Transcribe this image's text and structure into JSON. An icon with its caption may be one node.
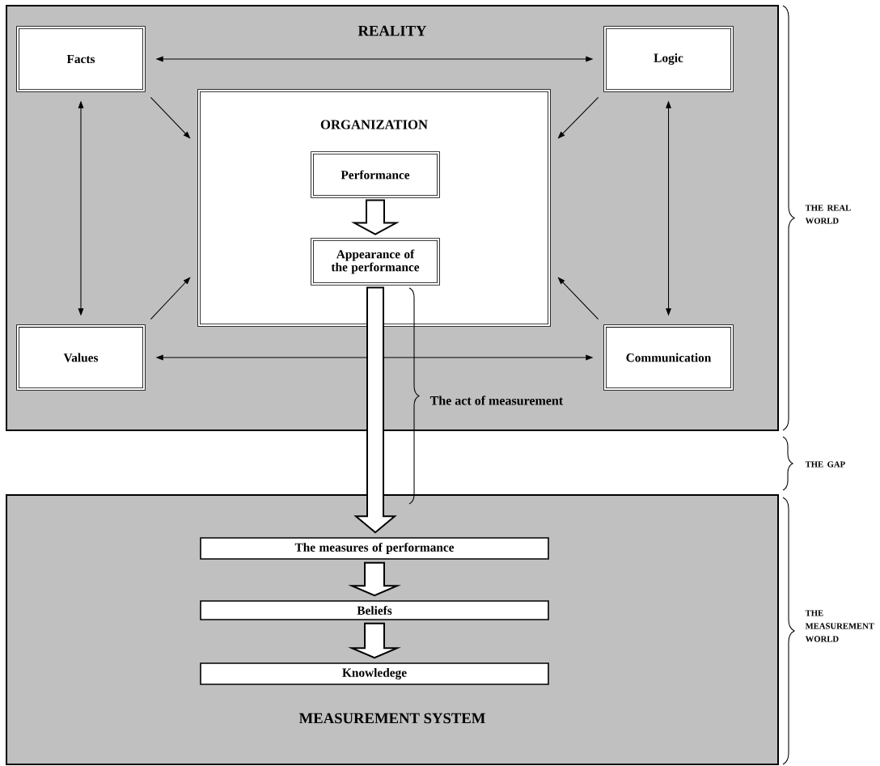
{
  "diagram": {
    "nodes": [
      {
        "text": [
          "REALITY"
        ]
      },
      {
        "text": [
          "Facts"
        ],
        "in": 0
      },
      {
        "text": [
          "Logic"
        ],
        "in": 0
      },
      {
        "text": [
          "ORGANIZATION"
        ],
        "in": 0
      },
      {
        "text": [
          "Performance"
        ],
        "in": 3
      },
      {
        "text": [
          "Appearance of the performance"
        ],
        "in": 3
      },
      {
        "text": [
          "Values"
        ],
        "in": 0
      },
      {
        "text": [
          "Communication"
        ],
        "in": 0
      },
      {
        "text": [
          "MEASUREMENT SYSTEM"
        ]
      },
      {
        "text": [
          "The measures of performance"
        ],
        "in": 8
      },
      {
        "text": [
          "Beliefs"
        ],
        "in": 8
      },
      {
        "text": [
          "Knowledege"
        ],
        "in": 8
      }
    ],
    "edges": [
      {
        "from": 1,
        "to": 2,
        "arrow": "both"
      },
      {
        "from": 1,
        "to": 6,
        "arrow": "both"
      },
      {
        "from": 2,
        "to": 7,
        "arrow": "both"
      },
      {
        "from": 6,
        "to": 7,
        "arrow": "both"
      },
      {
        "from": 1,
        "to": 3,
        "arrow": "to"
      },
      {
        "from": 2,
        "to": 3,
        "arrow": "to"
      },
      {
        "from": 6,
        "to": 3,
        "arrow": "to"
      },
      {
        "from": 7,
        "to": 3,
        "arrow": "to"
      },
      {
        "from": 4,
        "to": 5,
        "arrow": "to",
        "style": "thick"
      },
      {
        "from": 5,
        "to": 9,
        "arrow": "to",
        "style": "thick"
      },
      {
        "from": 9,
        "to": 10,
        "arrow": "to",
        "style": "thick"
      },
      {
        "from": 10,
        "to": 11,
        "arrow": "to",
        "style": "thick"
      }
    ],
    "labels": [
      "The act of measurement",
      "THE REAL WORLD",
      "THE GAP",
      "THE MEASUREMENT WORLD"
    ]
  }
}
